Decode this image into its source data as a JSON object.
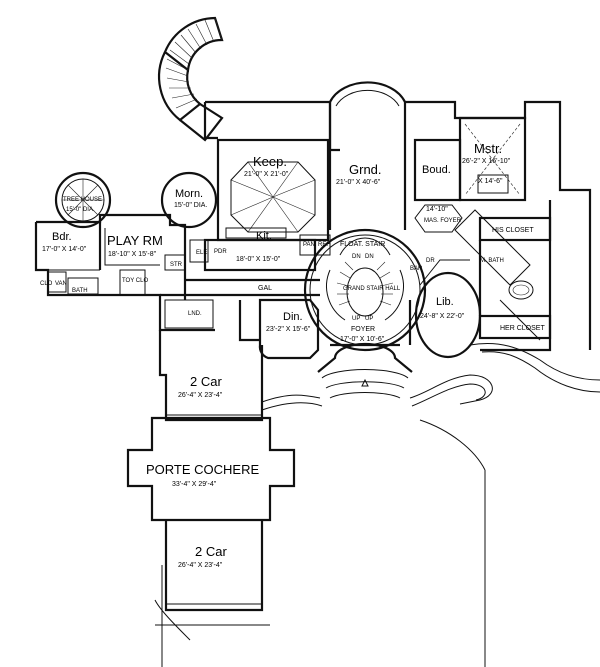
{
  "rooms": {
    "keep": {
      "name": "Keep.",
      "dim": "21'-0\" X 21'-0\""
    },
    "grnd": {
      "name": "Grnd.",
      "dim": "21'-0\" X 40'-6\""
    },
    "boud": {
      "name": "Boud.",
      "dim": "14'-10\""
    },
    "mstr": {
      "name": "Mstr.",
      "dim": "26'-2\" X 16'-10\"",
      "dim2": "X 14'-6\""
    },
    "morn": {
      "name": "Morn.",
      "dim": "15'-0\" DIA."
    },
    "kit": {
      "name": "Kit.",
      "dim": "18'-0\" X 15'-0\""
    },
    "bdr": {
      "name": "Bdr.",
      "dim": "17'-0\" X 14'-0\""
    },
    "play": {
      "name": "PLAY RM",
      "dim": "18'-10\" X 15'-8\""
    },
    "tree": {
      "name": "TREE HOUSE",
      "dim": "15'-0\" DIA."
    },
    "din": {
      "name": "Din.",
      "dim": "23'-2\" X 15'-6\""
    },
    "lib": {
      "name": "Lib.",
      "dim": "24'-8\" X 22'-0\""
    },
    "foyer": {
      "name": "FOYER",
      "dim": "17'-0\" X 10'-6\""
    },
    "garage1": {
      "name": "2 Car",
      "dim": "26'-4\" X 23'-4\""
    },
    "porte": {
      "name": "PORTE COCHERE",
      "dim": "33'-4\" X 29'-4\""
    },
    "garage2": {
      "name": "2 Car",
      "dim": "26'-4\" X 23'-4\""
    }
  },
  "small_labels": {
    "float_stair": "FLOAT. STAIR",
    "dn1": "DN",
    "dn2": "DN",
    "grand_stair": "GRAND STAIR HALL",
    "up1": "UP",
    "up2": "UP",
    "gal": "GAL",
    "lnd": "LND.",
    "his_closet": "HIS CLOSET",
    "her_closet": "HER CLOSET",
    "mas_foyer": "MAS. FOYER",
    "m_bath": "M. BATH",
    "toy_clo": "TOY CLO",
    "clo": "CLO",
    "van": "VAN",
    "bath": "BATH",
    "str": "STR",
    "pdr": "PDR",
    "elev": "ELE",
    "pan": "PAN.",
    "ref": "REF",
    "bar": "BAR",
    "dr": "DR"
  }
}
